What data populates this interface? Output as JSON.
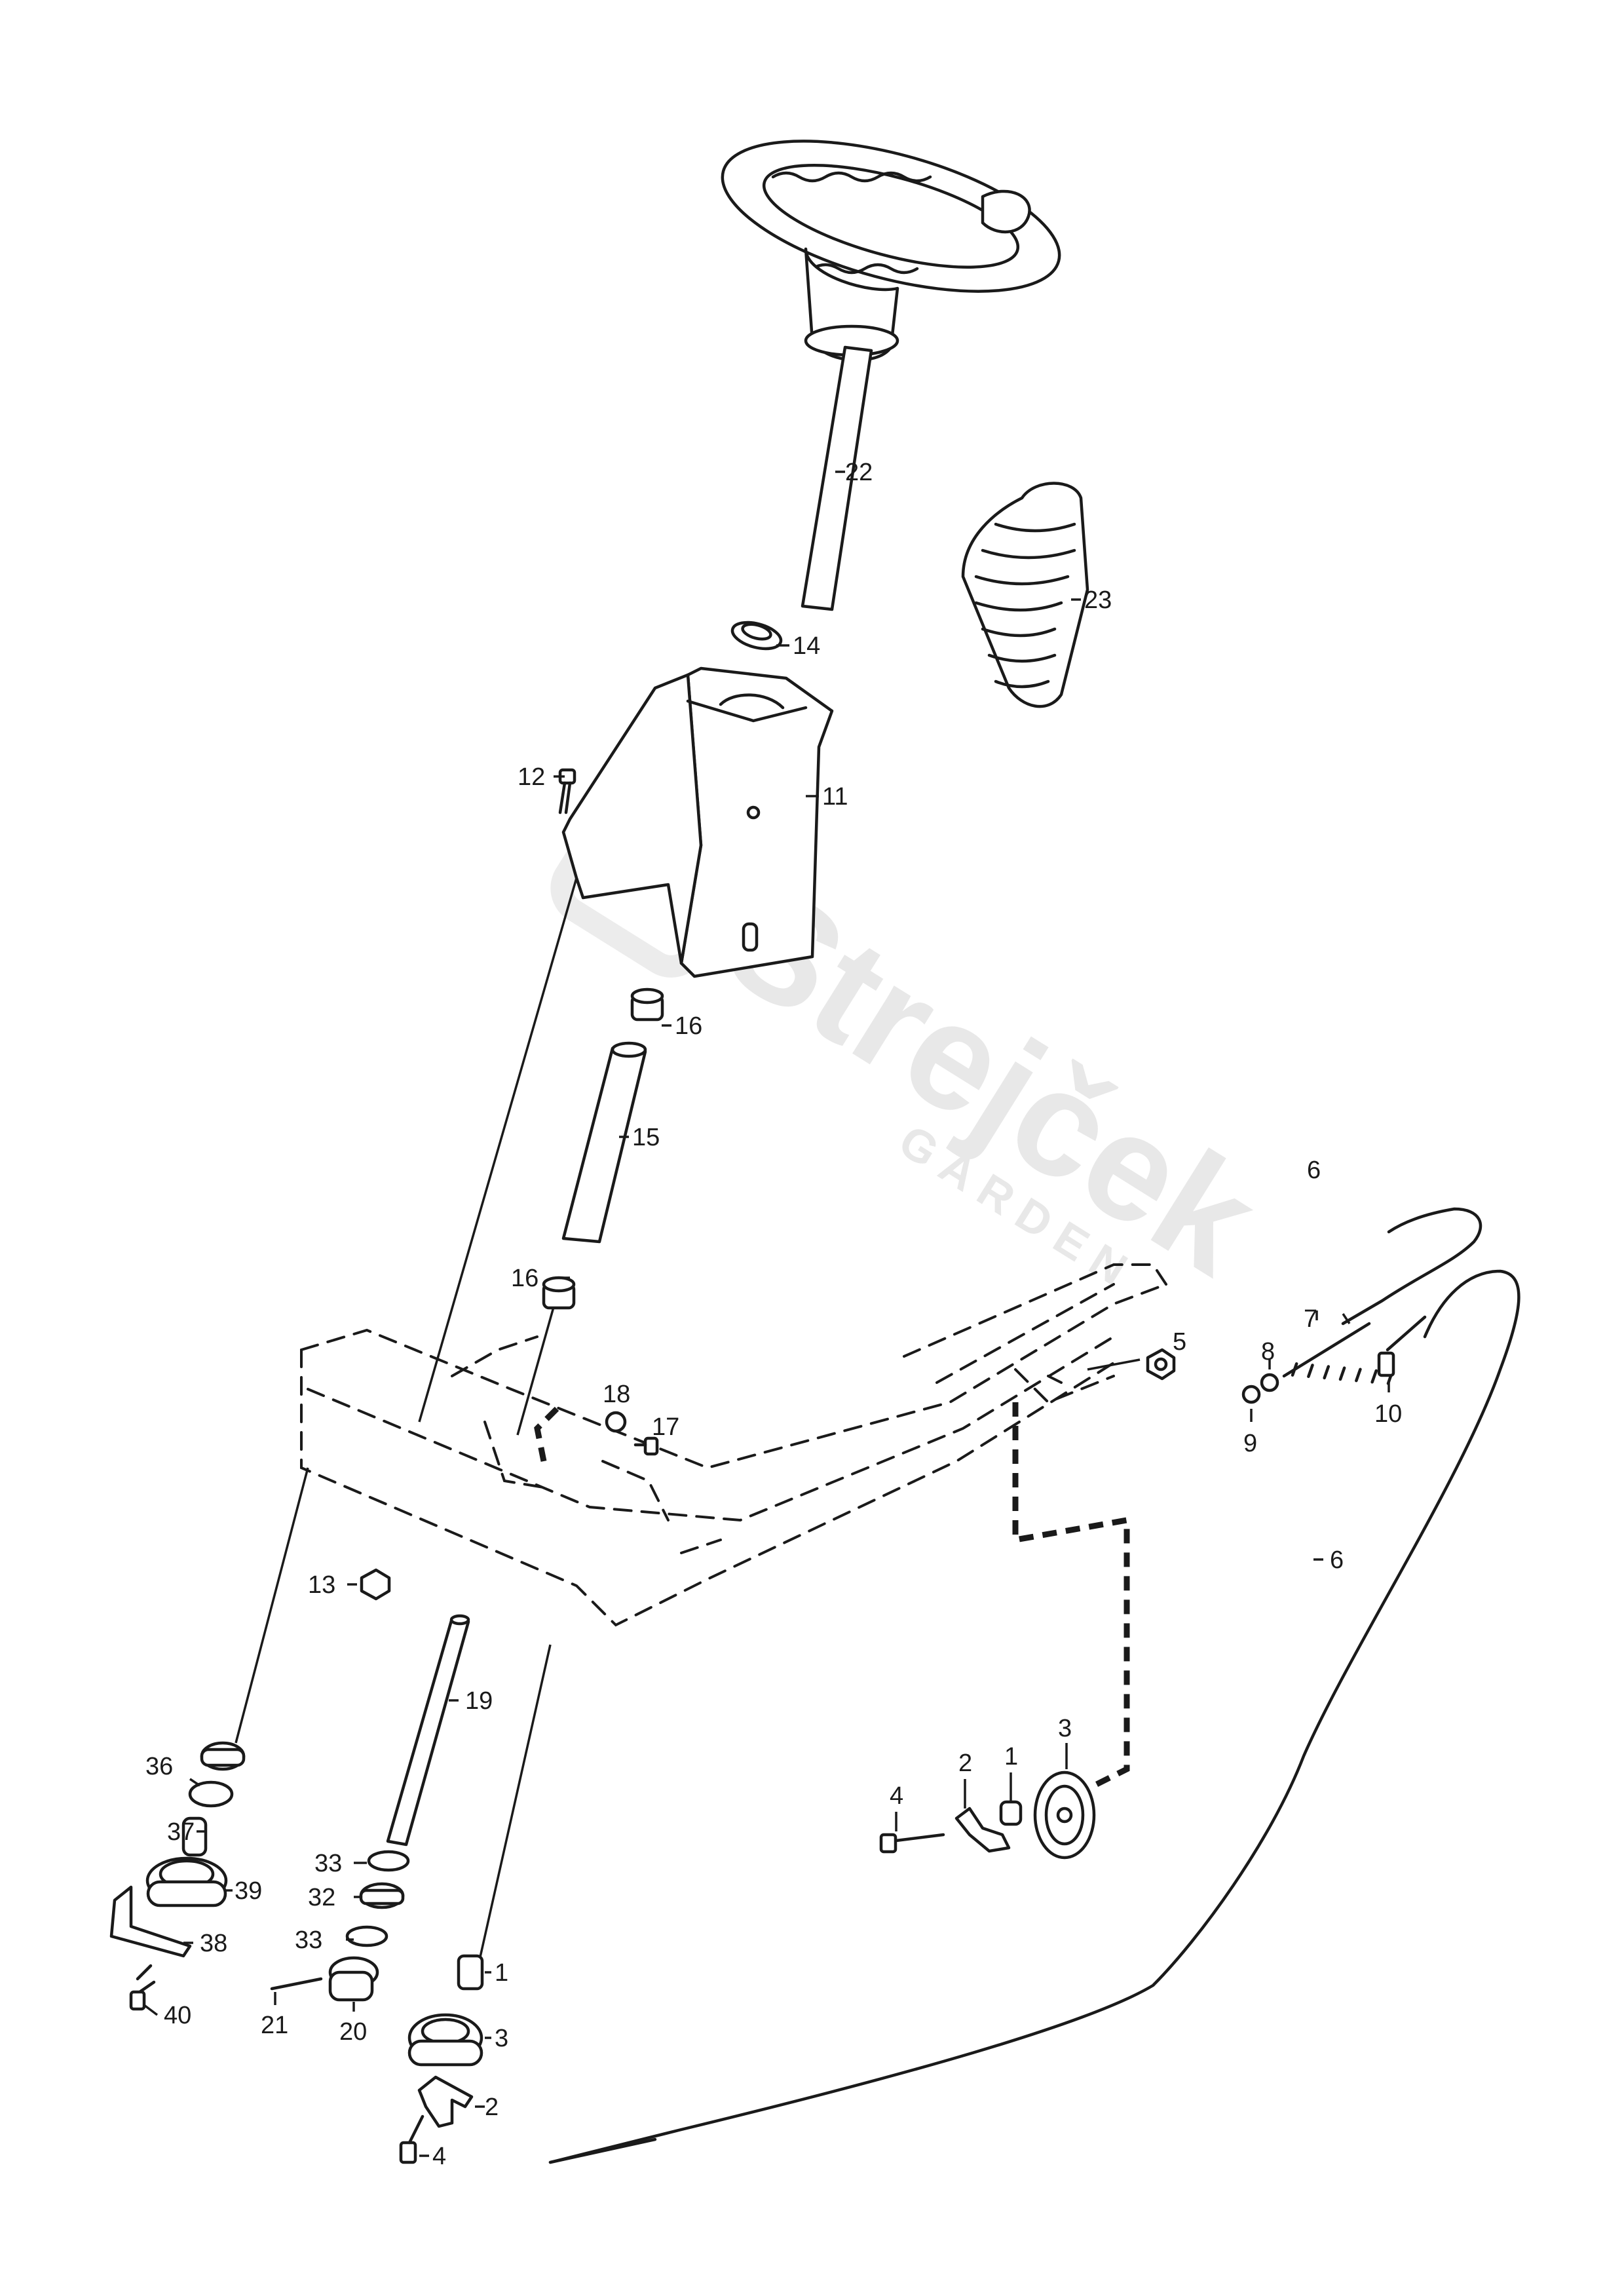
{
  "watermark": {
    "brand": "Strejček",
    "sub": "GARDEN"
  },
  "callouts": [
    "1",
    "2",
    "3",
    "4",
    "5",
    "6",
    "7",
    "8",
    "9",
    "10",
    "11",
    "12",
    "13",
    "14",
    "15",
    "16",
    "17",
    "18",
    "19",
    "20",
    "21",
    "22",
    "23",
    "32",
    "33",
    "36",
    "37",
    "38",
    "39",
    "40"
  ]
}
